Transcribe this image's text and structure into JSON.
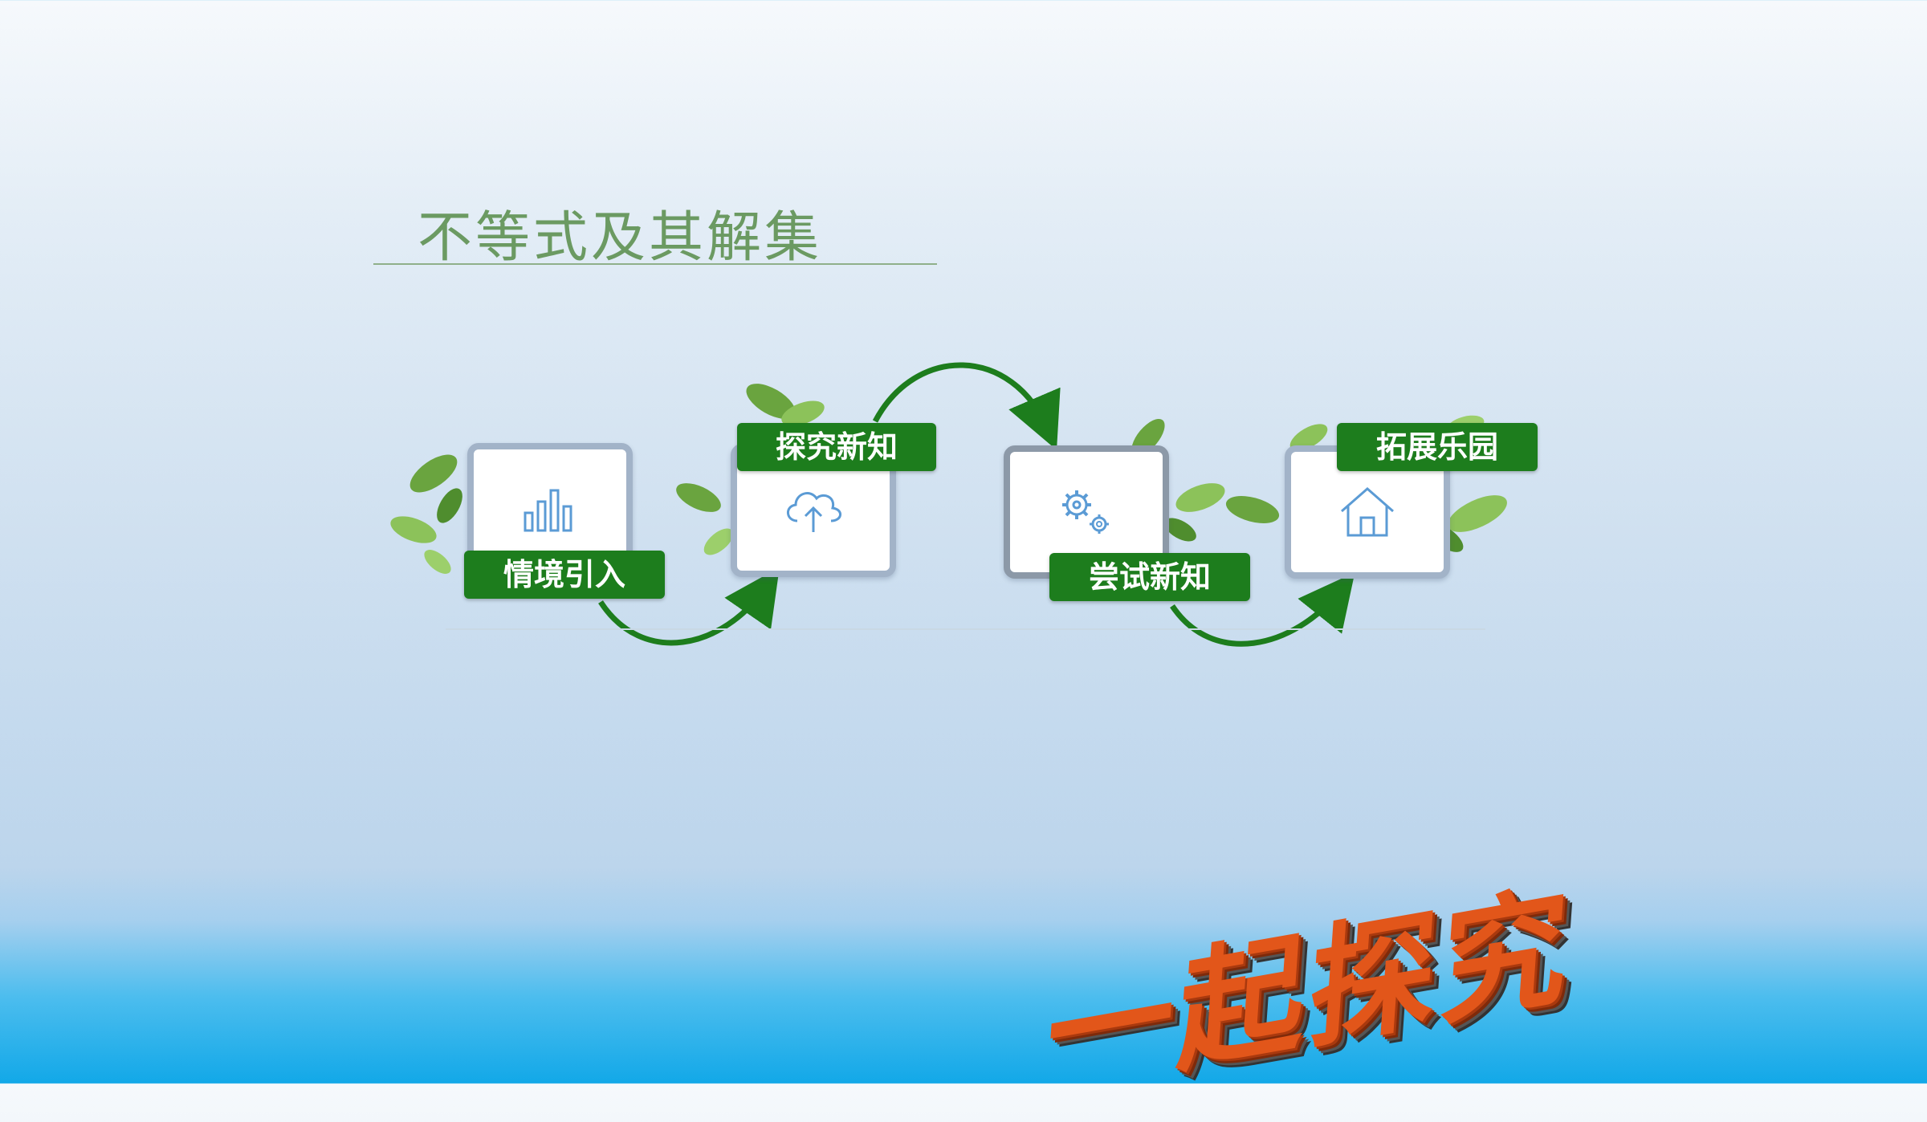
{
  "slide": {
    "title": "不等式及其解集",
    "steps": [
      {
        "label": "情境引入",
        "icon": "bar-chart-icon"
      },
      {
        "label": "探究新知",
        "icon": "cloud-upload-icon"
      },
      {
        "label": "尝试新知",
        "icon": "gears-icon"
      },
      {
        "label": "拓展乐园",
        "icon": "home-icon"
      }
    ],
    "banner": "一起探究"
  },
  "colors": {
    "accent_green": "#1d7d1d",
    "title_green": "#6b9a62",
    "banner_orange": "#e2561a",
    "icon_blue": "#5b9bd5"
  }
}
